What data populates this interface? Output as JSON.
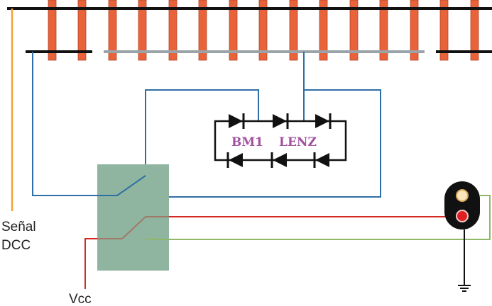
{
  "labels": {
    "signal_line1": "Señal",
    "signal_line2": "DCC",
    "vcc": "Vcc",
    "detector_bm1": "BM1",
    "detector_lenz": "LENZ"
  },
  "colors": {
    "rail": "#111111",
    "insulated_rail": "#9aa3a8",
    "sleeper": "#e8623a",
    "sleeper_edge": "#b3452a",
    "dcc_wire": "#f5a335",
    "blue_wire": "#2e6fa7",
    "red_wire": "#d42a23",
    "green_wire": "#8fb76a",
    "relay_box": "#8fb5a0",
    "relay_contact": "#a07a68",
    "diode": "#111111",
    "signal_body": "#111111",
    "signal_lamp_top": "#fce6bc",
    "signal_lamp_bottom": "#e02020",
    "ground": "#111111"
  },
  "icons": {
    "diodes": "diode-icon",
    "signal": "railway-signal-icon",
    "ground": "ground-icon"
  }
}
